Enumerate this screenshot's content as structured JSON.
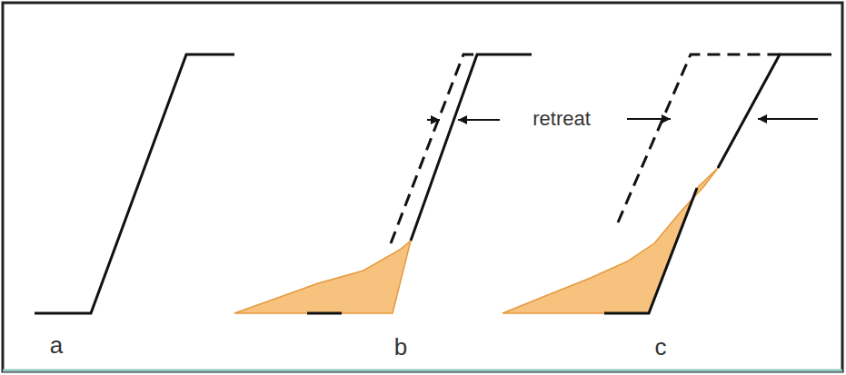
{
  "diagram": {
    "labels": [
      "a",
      "b",
      "c",
      "retreat"
    ]
  }
}
